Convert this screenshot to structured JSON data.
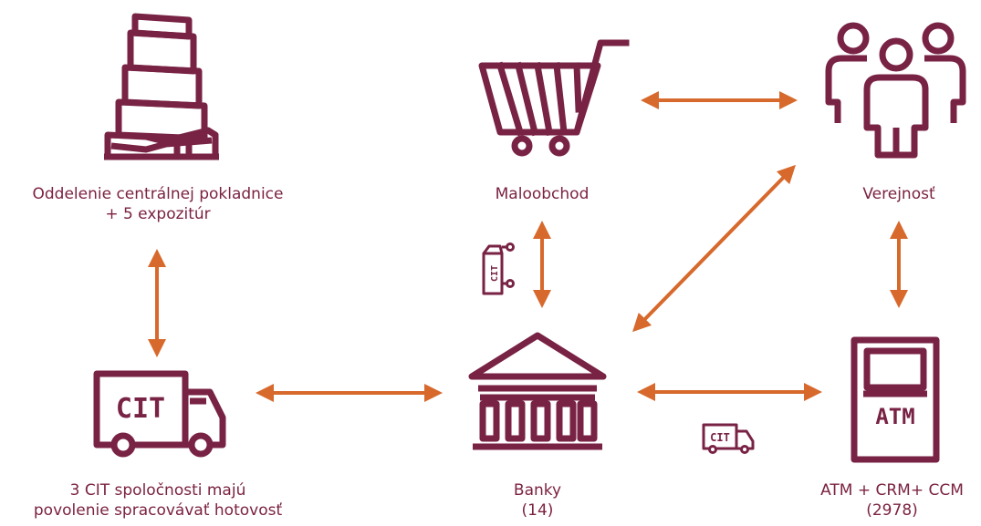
{
  "colors": {
    "icon": "#782244",
    "arrow": "#d7692c",
    "text": "#7b2242"
  },
  "nodes": {
    "central": {
      "icon": "central-bank-tower-icon",
      "lines": [
        "Oddelenie centrálnej pokladnice",
        "+ 5 expozitúr"
      ]
    },
    "retail": {
      "icon": "shopping-cart-icon",
      "lines": [
        "Maloobchod"
      ]
    },
    "public": {
      "icon": "people-group-icon",
      "lines": [
        "Verejnosť"
      ]
    },
    "cit": {
      "icon": "cit-truck-icon",
      "badge": "CIT",
      "lines": [
        "3 CIT spoločnosti majú",
        "povolenie spracovávať hotovosť"
      ]
    },
    "banks": {
      "icon": "bank-building-icon",
      "lines": [
        "Banky",
        "(14)"
      ]
    },
    "atm": {
      "icon": "atm-machine-icon",
      "badge": "ATM",
      "lines": [
        "ATM + CRM+ CCM",
        "(2978)"
      ]
    }
  },
  "small_icons": {
    "cit_bag": "CIT",
    "cit_van": "CIT"
  }
}
